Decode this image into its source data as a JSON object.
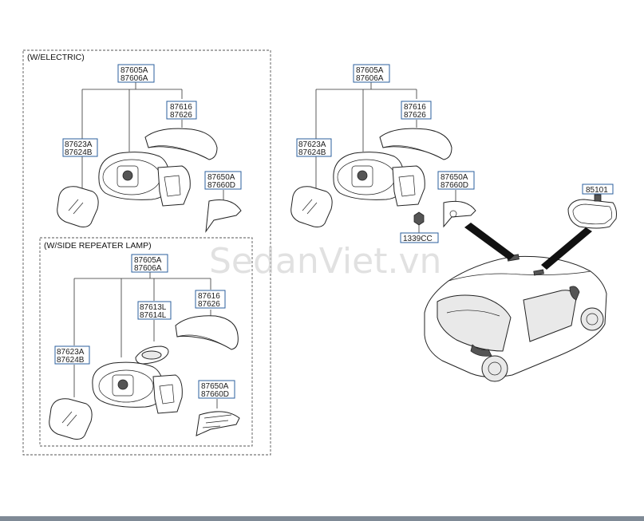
{
  "groups": {
    "electric": {
      "title": "(W/ELECTRIC)"
    },
    "repeater": {
      "title": "(W/SIDE REPEATER LAMP)"
    }
  },
  "labels": {
    "e_assy": [
      "87605A",
      "87606A"
    ],
    "e_cover": [
      "87616",
      "87626"
    ],
    "e_glass": [
      "87623A",
      "87624B"
    ],
    "e_trim": [
      "87650A",
      "87660D"
    ],
    "r_assy": [
      "87605A",
      "87606A"
    ],
    "r_lamp": [
      "87613L",
      "87614L"
    ],
    "r_cover": [
      "87616",
      "87626"
    ],
    "r_glass": [
      "87623A",
      "87624B"
    ],
    "r_trim": [
      "87650A",
      "87660D"
    ],
    "m_assy": [
      "87605A",
      "87606A"
    ],
    "m_cover": [
      "87616",
      "87626"
    ],
    "m_glass": [
      "87623A",
      "87624B"
    ],
    "m_trim": [
      "87650A",
      "87660D"
    ],
    "m_nut": "1339CC",
    "inner_mirror": "85101"
  },
  "watermark": "SedanViet.vn",
  "colors": {
    "label_border": "#2b5f9e",
    "line": "#333333",
    "bottom_bar": "#7f8a96"
  }
}
